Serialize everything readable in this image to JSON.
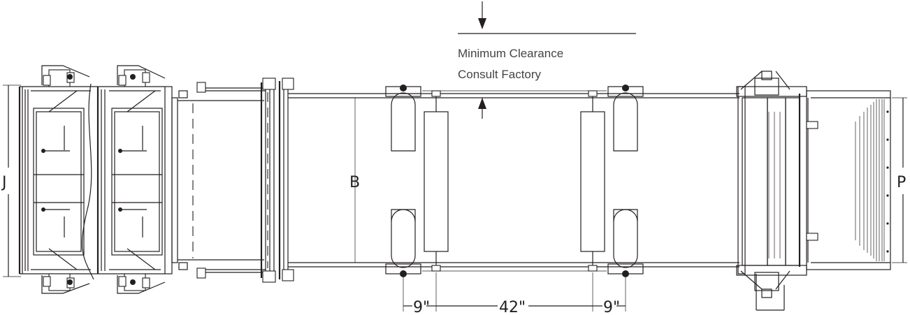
{
  "note": {
    "line1": "Minimum Clearance",
    "line2": "Consult Factory"
  },
  "dimensions": {
    "j": "J",
    "b": "B",
    "p": "P",
    "spacing_left": "9\"",
    "spacing_center": "42\"",
    "spacing_right": "9\""
  }
}
